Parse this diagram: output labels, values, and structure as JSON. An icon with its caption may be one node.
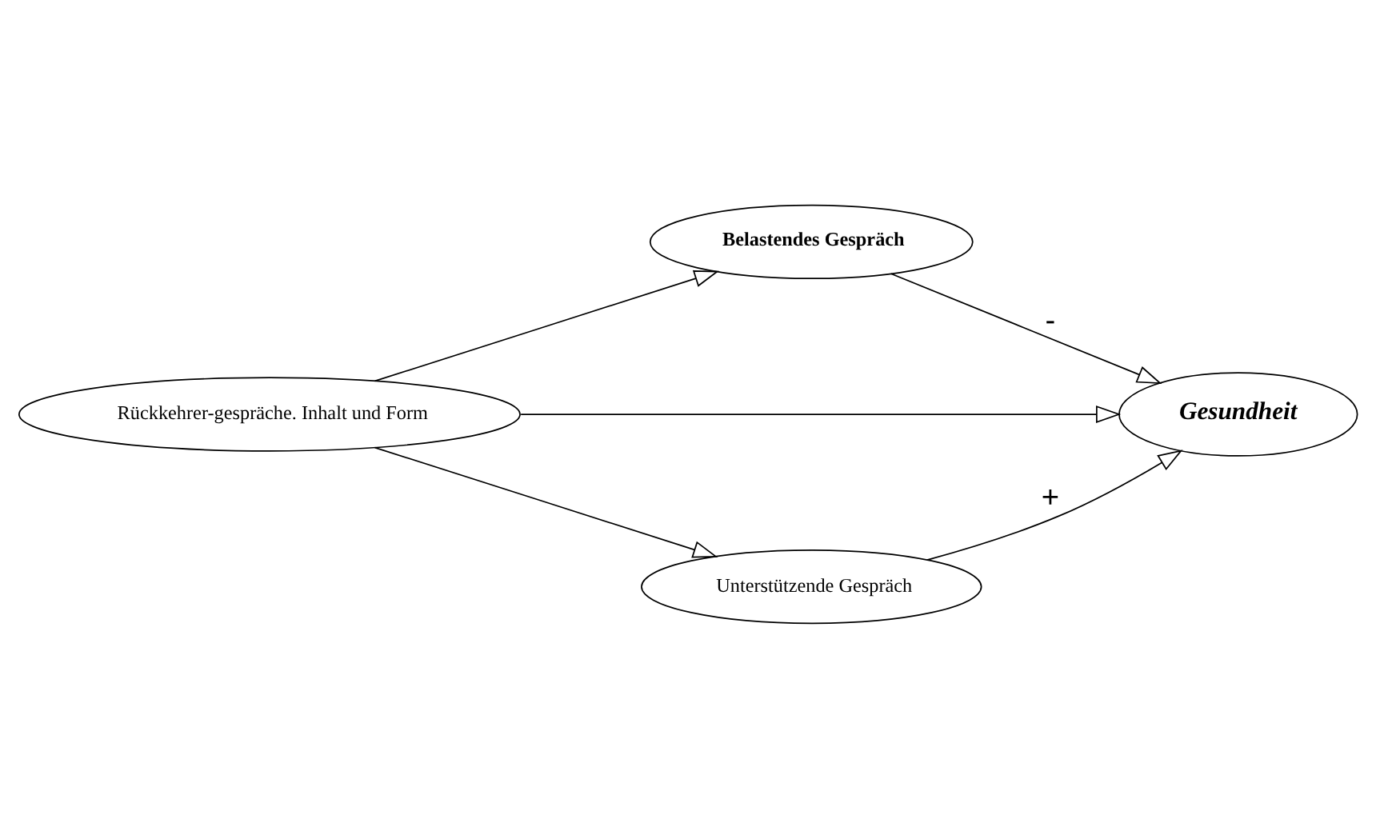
{
  "diagram": {
    "nodes": [
      {
        "text": [
          "Rückkehrer-gespräche. Inhalt und Form"
        ]
      },
      {
        "text": [
          "Belastendes Gespräch"
        ]
      },
      {
        "text": [
          "Gesundheit"
        ]
      },
      {
        "text": [
          "Unterstützende Gespräch"
        ]
      }
    ],
    "edges": [
      {
        "from": 0,
        "to": 1,
        "arrow": "to"
      },
      {
        "from": 1,
        "to": 2,
        "arrow": "to",
        "label": "-"
      },
      {
        "from": 0,
        "to": 2,
        "arrow": "to"
      },
      {
        "from": 0,
        "to": 3,
        "arrow": "to"
      },
      {
        "from": 3,
        "to": 2,
        "arrow": "to",
        "label": "+"
      }
    ]
  }
}
